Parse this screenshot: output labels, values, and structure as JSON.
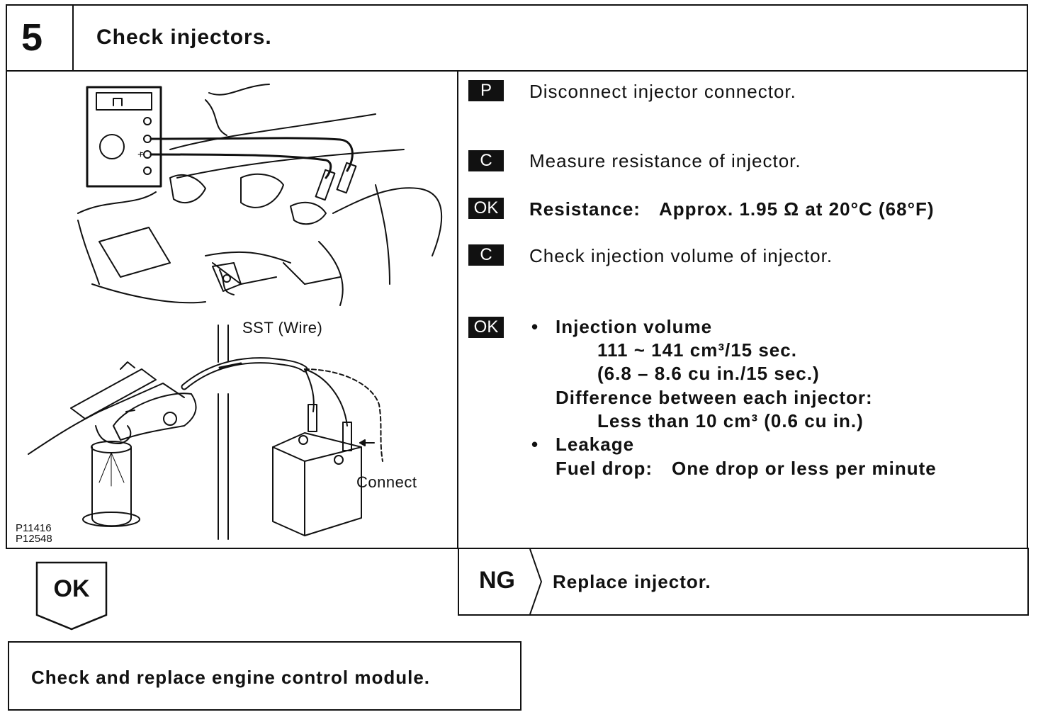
{
  "header": {
    "step_number": "5",
    "title": "Check injectors."
  },
  "figure": {
    "label_sst": "SST (Wire)",
    "label_connect": "Connect",
    "ohm_symbol": "Ω",
    "meter_minus": "-",
    "meter_plus": "+",
    "code_1": "P11416",
    "code_2": "P12548"
  },
  "steps": [
    {
      "badge": "P",
      "text": "Disconnect injector connector."
    },
    {
      "badge": "C",
      "text": "Measure resistance of injector."
    },
    {
      "badge": "OK",
      "label": "Resistance:",
      "value": "Approx. 1.95 Ω at 20°C (68°F)"
    },
    {
      "badge": "C",
      "text": "Check injection volume of injector."
    },
    {
      "badge": "OK"
    }
  ],
  "spec": {
    "bullet": "•",
    "injection_volume_label": "Injection volume",
    "injection_volume_metric": "111 ~ 141 cm³/15 sec.",
    "injection_volume_imperial": "(6.8 – 8.6 cu in./15 sec.)",
    "difference_label": "Difference between each injector:",
    "difference_value": "Less than 10 cm³ (0.6 cu in.)",
    "leakage_label": "Leakage",
    "fuel_drop_label": "Fuel drop:",
    "fuel_drop_value": "One drop or less per minute"
  },
  "ok_result": {
    "label": "OK"
  },
  "ng_result": {
    "label": "NG",
    "action": "Replace injector."
  },
  "next_step": {
    "text": "Check and replace engine control module."
  }
}
